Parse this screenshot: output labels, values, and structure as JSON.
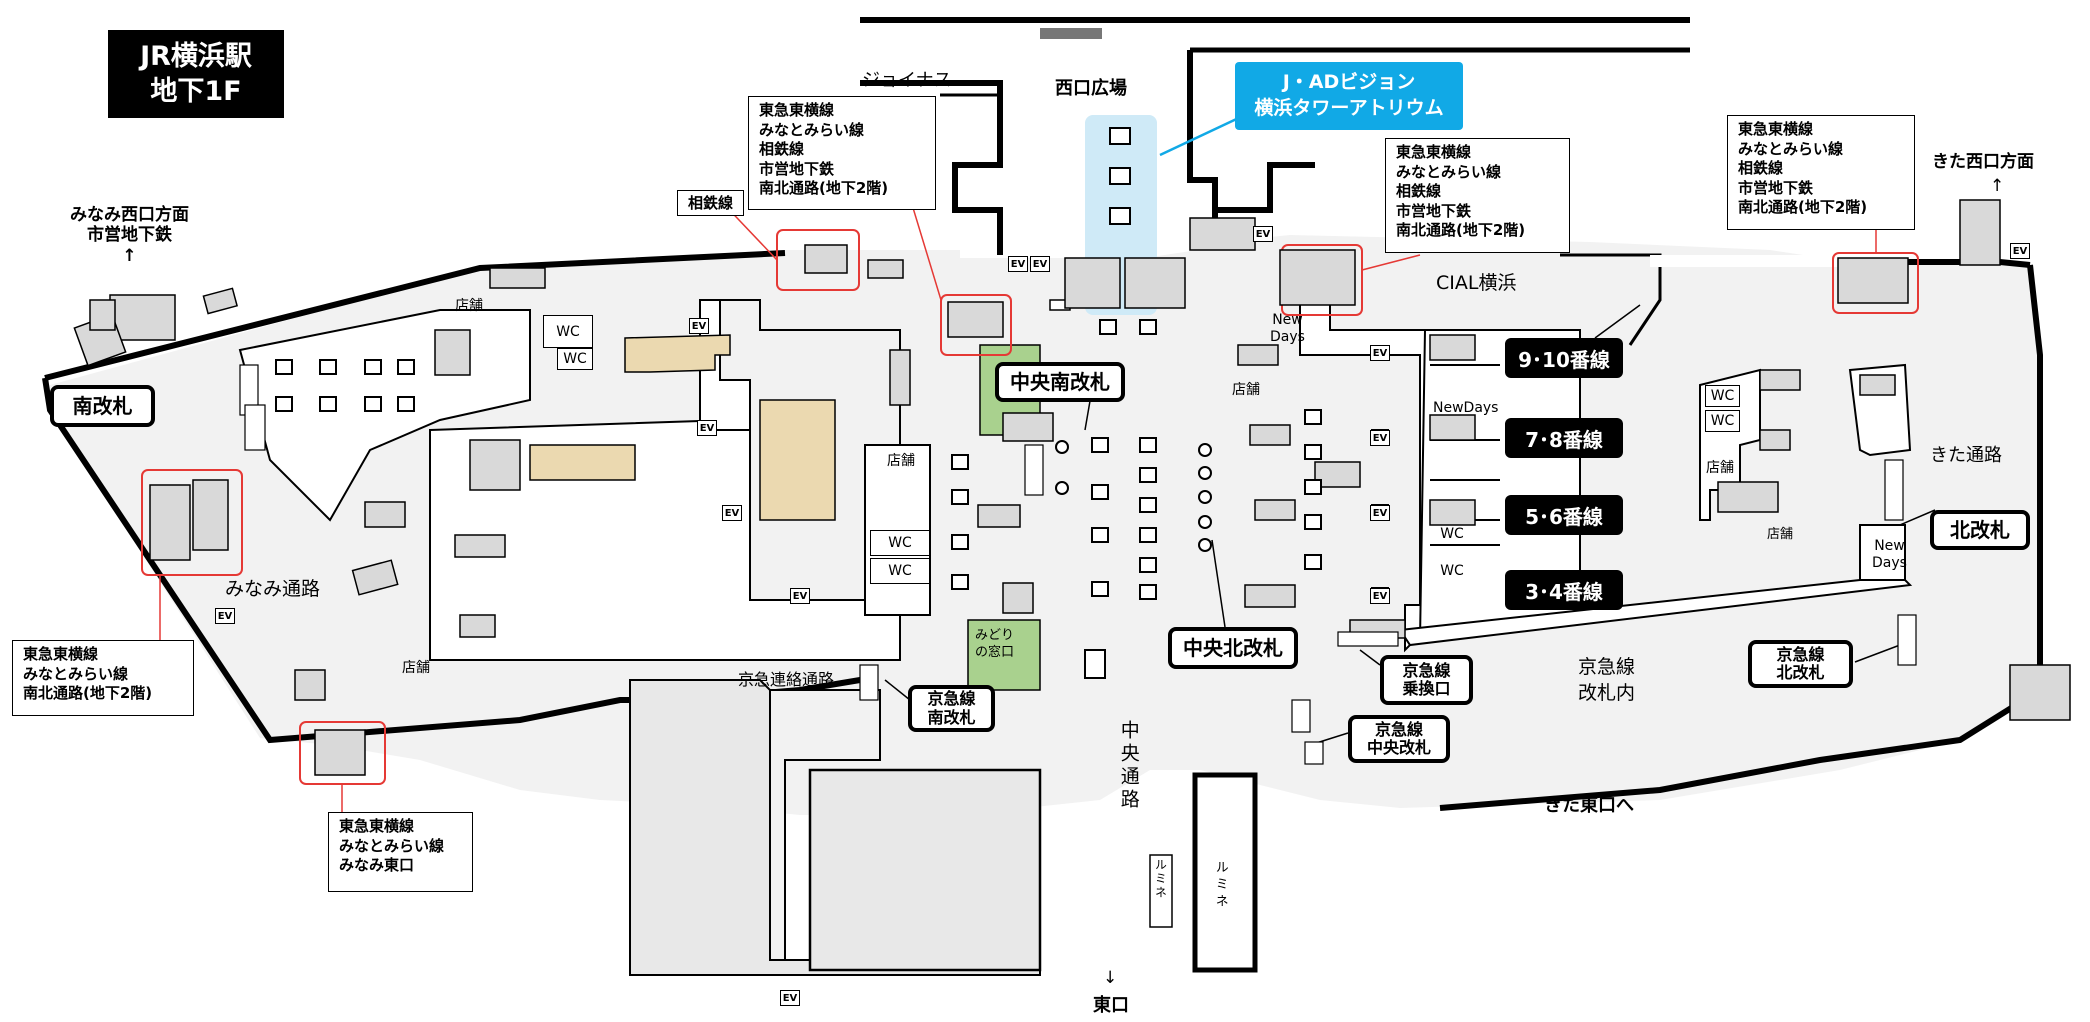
{
  "title": {
    "line1": "JR横浜駅",
    "line2": "地下1F"
  },
  "vision": {
    "line1": "J・ADビジョン",
    "line2": "横浜タワーアトリウム"
  },
  "gates": {
    "minami": "南改札",
    "chuo_minami": "中央南改札",
    "chuo_kita": "中央北改札",
    "kita": "北改札",
    "keikyu_minami_1": "京急線",
    "keikyu_minami_2": "南改札",
    "keikyu_norikae_1": "京急線",
    "keikyu_norikae_2": "乗換口",
    "keikyu_chuo_1": "京急線",
    "keikyu_chuo_2": "中央改札",
    "keikyu_kita_1": "京急線",
    "keikyu_kita_2": "北改札"
  },
  "platforms": [
    "9･10番線",
    "7･8番線",
    "5･6番線",
    "3･4番線"
  ],
  "places": {
    "joinus": "ジョイナス",
    "nishiguchi": "西口広場",
    "cial": "CIAL横浜",
    "minami_nishi_1": "みなみ西口方面",
    "minami_nishi_2": "市営地下鉄",
    "kita_nishi": "きた西口方面",
    "kita_higashi": "きた東口へ",
    "higashiguchi": "東口",
    "minami_tsuro": "みなみ通路",
    "kita_tsuro": "きた通路",
    "keikyu_renraku": "京急連絡通路",
    "keikyu_kaisatsunai_1": "京急線",
    "keikyu_kaisatsunai_2": "改札内",
    "chuo_tsuro": "中央通路",
    "midori_1": "みどり",
    "midori_2": "の窓口",
    "lumine": "ルミネ",
    "tenpo": "店舗",
    "newdays_1": "New",
    "newdays_2": "Days",
    "newdays_one": "NewDays",
    "wc": "WC",
    "ev": "EV",
    "sotetsu_label": "相鉄線",
    "arrow_up": "↑",
    "arrow_down": "↓"
  },
  "info_boxes": {
    "box_left_top": [
      "東急東横線",
      "みなとみらい線",
      "相鉄線",
      "市営地下鉄",
      "南北通路(地下2階)"
    ],
    "box_center": [
      "東急東横線",
      "みなとみらい線",
      "相鉄線",
      "市営地下鉄",
      "南北通路(地下2階)"
    ],
    "box_right": [
      "東急東横線",
      "みなとみらい線",
      "相鉄線",
      "市営地下鉄",
      "南北通路(地下2階)"
    ],
    "box_lower_left": [
      "東急東横線",
      "みなとみらい線",
      "南北通路(地下2階)"
    ],
    "box_bottom": [
      "東急東横線",
      "みなとみらい線",
      "みなみ東口"
    ]
  }
}
